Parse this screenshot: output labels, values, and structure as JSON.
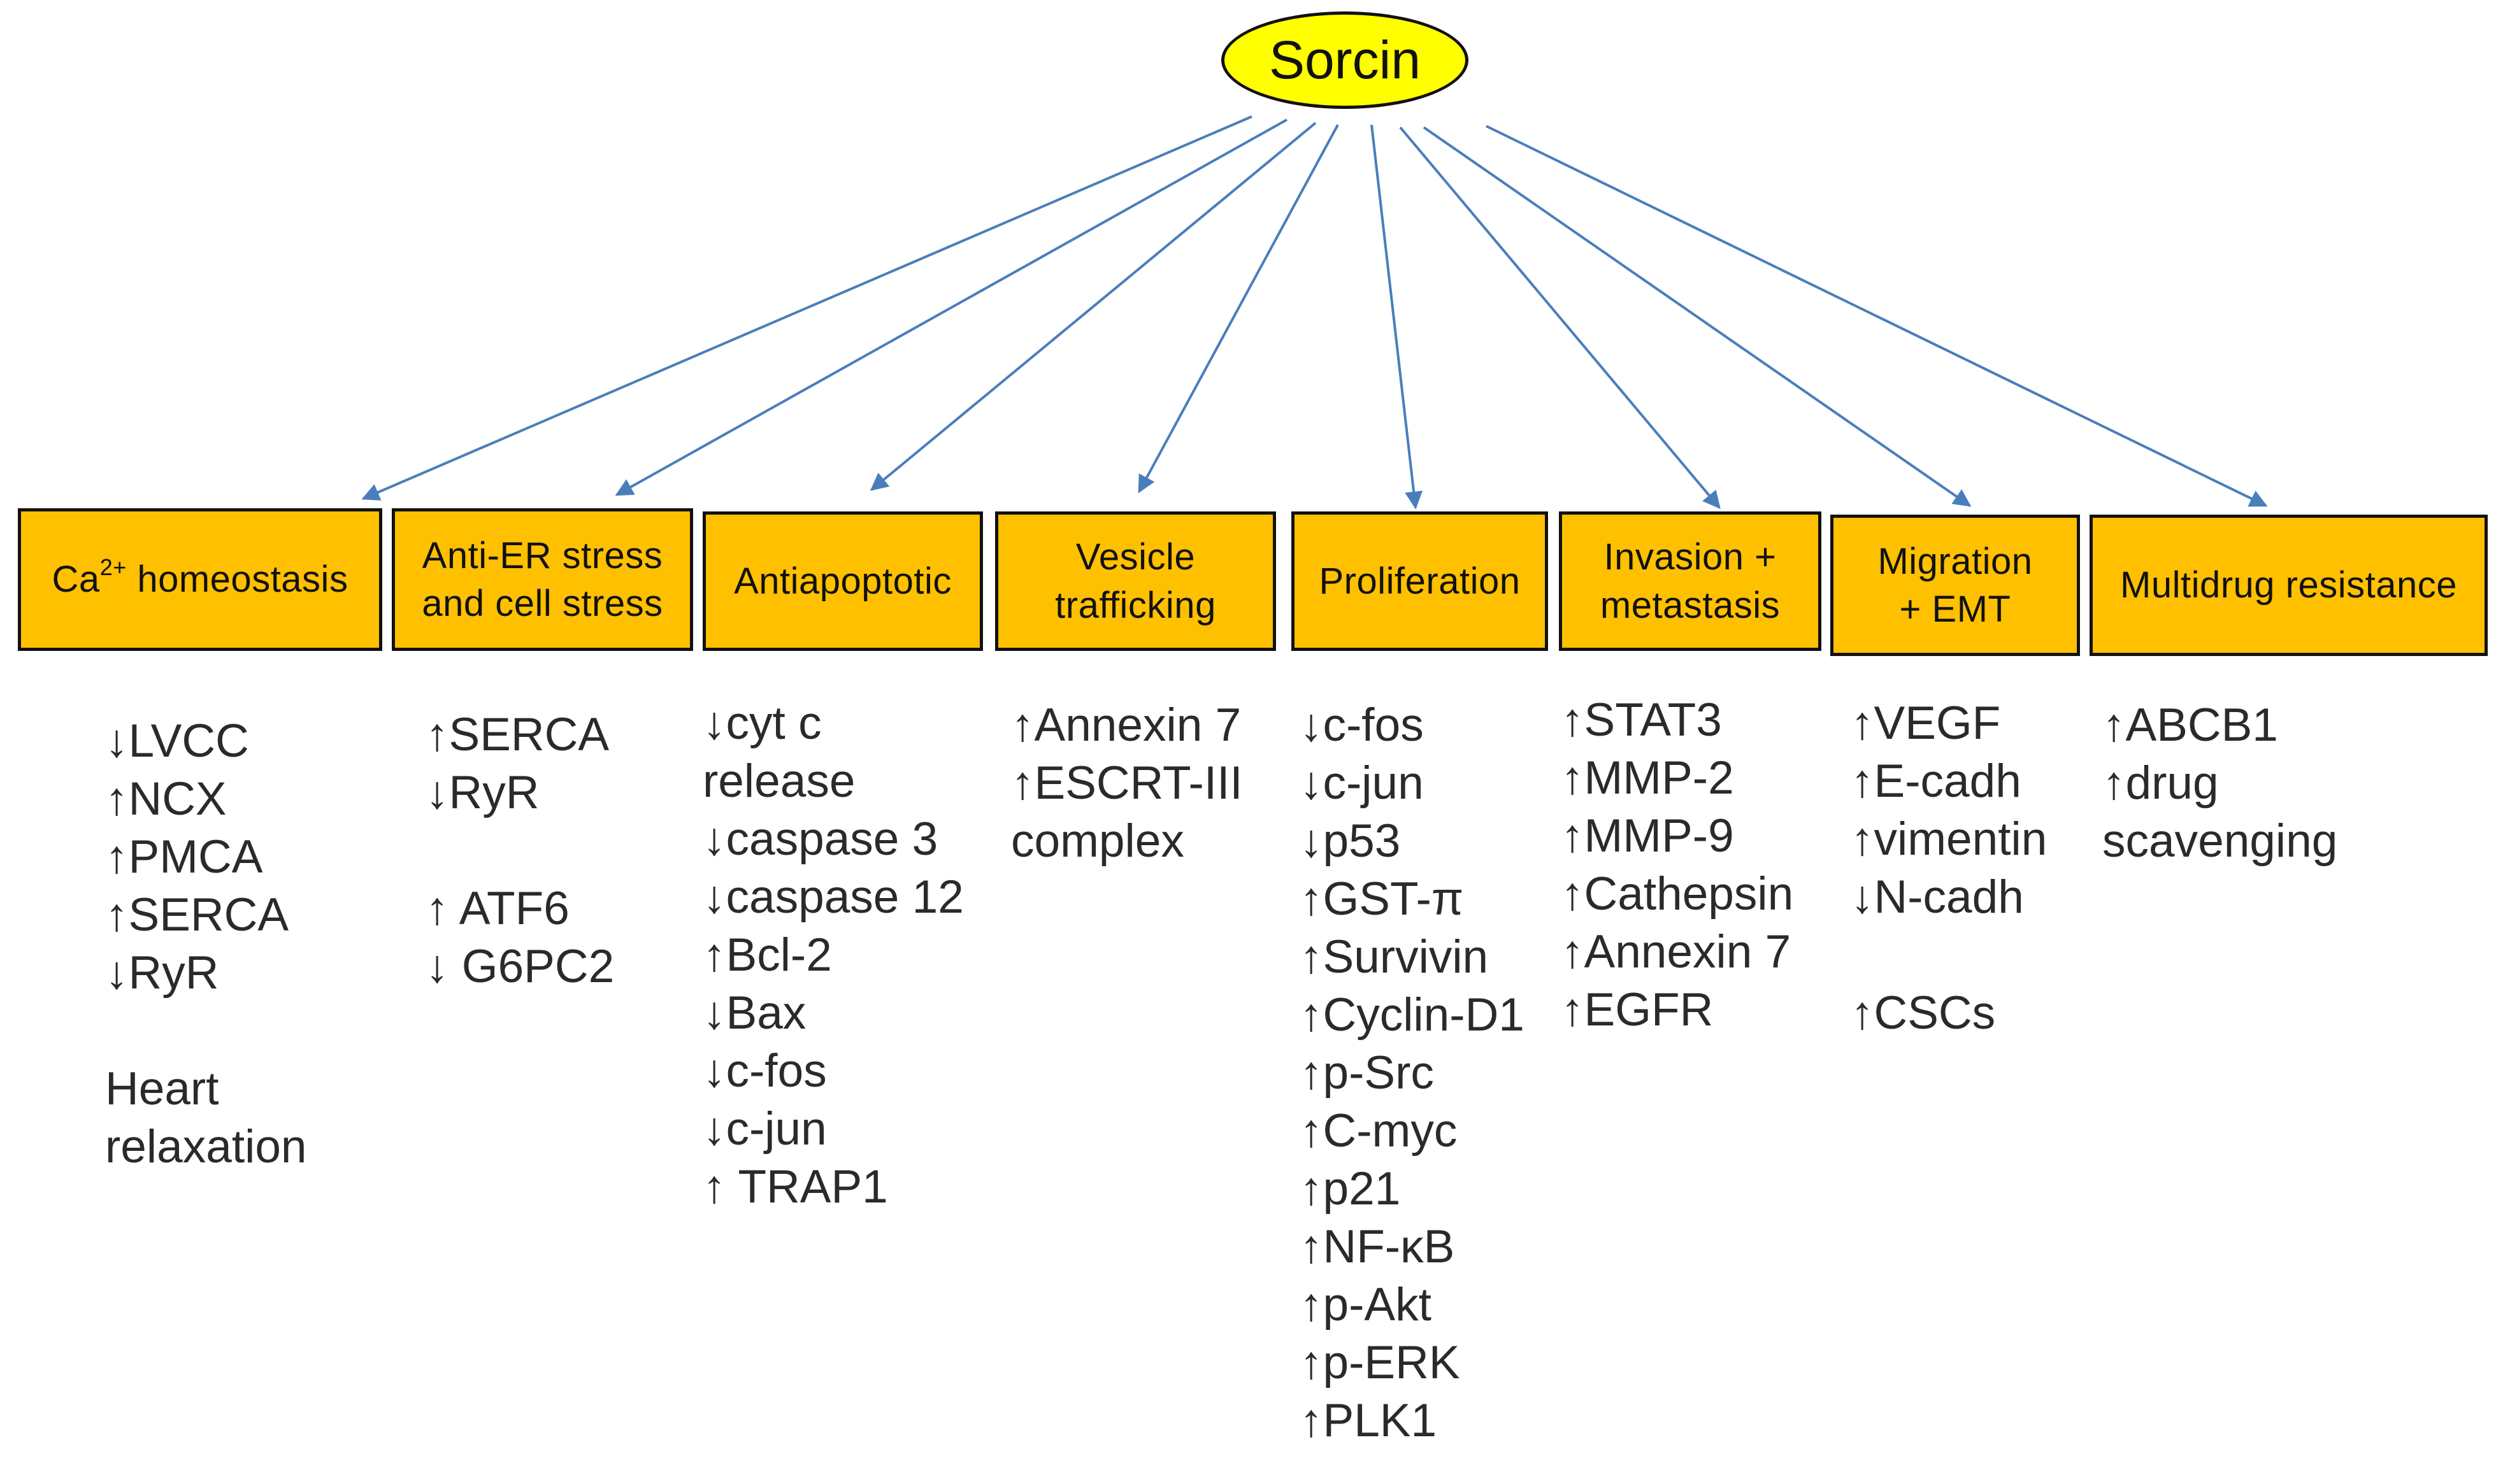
{
  "root": {
    "label": "Sorcin"
  },
  "categories": [
    {
      "pre": "Ca",
      "sup": "2+",
      "post": " homeostasis",
      "items": [
        "↓LVCC",
        "↑NCX",
        "↑PMCA",
        "↑SERCA",
        "↓RyR"
      ],
      "extra": [
        "Heart",
        "relaxation"
      ]
    },
    {
      "line1": "Anti-ER stress",
      "line2": "and cell stress",
      "items": [
        "↑SERCA",
        "↓RyR"
      ],
      "extra": [
        "↑ ATF6",
        "↓ G6PC2"
      ]
    },
    {
      "line1": "Antiapoptotic",
      "items": [
        "↓cyt c",
        "release",
        "↓caspase 3",
        "↓caspase 12",
        "↑Bcl-2",
        "↓Bax",
        "↓c-fos",
        "↓c-jun",
        "↑ TRAP1"
      ]
    },
    {
      "line1": "Vesicle",
      "line2": "trafficking",
      "items": [
        "↑Annexin 7",
        "↑ESCRT-III",
        "complex"
      ]
    },
    {
      "line1": "Proliferation",
      "items": [
        "↓c-fos",
        "↓c-jun",
        "↓p53",
        "↑GST-π",
        "↑Survivin",
        "↑Cyclin-D1",
        "↑p-Src",
        "↑C-myc",
        "↑p21",
        "↑NF-κB",
        "↑p-Akt",
        "↑p-ERK",
        "↑PLK1"
      ]
    },
    {
      "line1": "Invasion  +",
      "line2": "metastasis",
      "items": [
        "↑STAT3",
        "↑MMP-2",
        "↑MMP-9",
        "↑Cathepsin",
        "↑Annexin 7",
        "↑EGFR"
      ]
    },
    {
      "line1": "Migration",
      "line2": "+ EMT",
      "items": [
        "↑VEGF",
        "↑E-cadh",
        "↑vimentin",
        "↓N-cadh"
      ],
      "extra": [
        "↑CSCs"
      ]
    },
    {
      "line1": "Multidrug resistance",
      "items": [
        "↑ABCB1",
        "↑drug",
        "scavenging"
      ]
    }
  ],
  "colors": {
    "root_fill": "#ffff00",
    "box_fill": "#ffc000",
    "arrow": "#4a7ebb"
  }
}
